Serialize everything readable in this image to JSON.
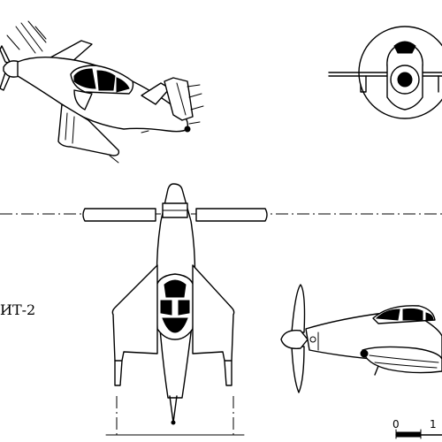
{
  "drawing": {
    "model_label": "ИТ-2",
    "scale_bar": {
      "tick_labels": [
        "0",
        "1"
      ]
    }
  }
}
